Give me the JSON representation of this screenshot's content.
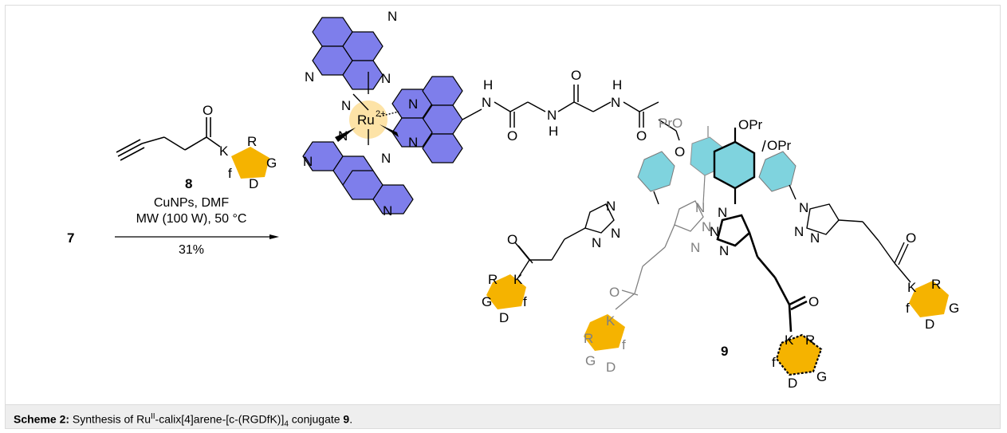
{
  "reaction": {
    "starting_material": "7",
    "reagent_number": "8",
    "conditions_line1": "CuNPs, DMF",
    "conditions_line2": "MW (100 W), 50 °C",
    "yield": "31%",
    "product_number": "9"
  },
  "atoms": {
    "metal": "Ru",
    "metal_charge": "2+",
    "nitrogen": "N",
    "oxygen": "O",
    "hydrogen": "H",
    "propoxy": "OPr",
    "propyl_o": "PrO",
    "oxygen_carbonyl": "O"
  },
  "peptide": {
    "residue_K": "K",
    "residue_R": "R",
    "residue_G": "G",
    "residue_D": "D",
    "residue_f": "f"
  },
  "caption": {
    "label": "Scheme 2:",
    "text_a": " Synthesis of Ru",
    "superscript": "II",
    "text_b": "-calix[4]arene-[c-(RGDfK)]",
    "subscript": "4",
    "text_c": " conjugate ",
    "compound": "9",
    "text_d": "."
  },
  "colors": {
    "pteridine_fill": "#7e7eeb",
    "metal_glow": "#fde3a7",
    "peptide_fill": "#f5b300",
    "calixarene_fill": "#7fd3de",
    "grey_bond": "#808080"
  }
}
